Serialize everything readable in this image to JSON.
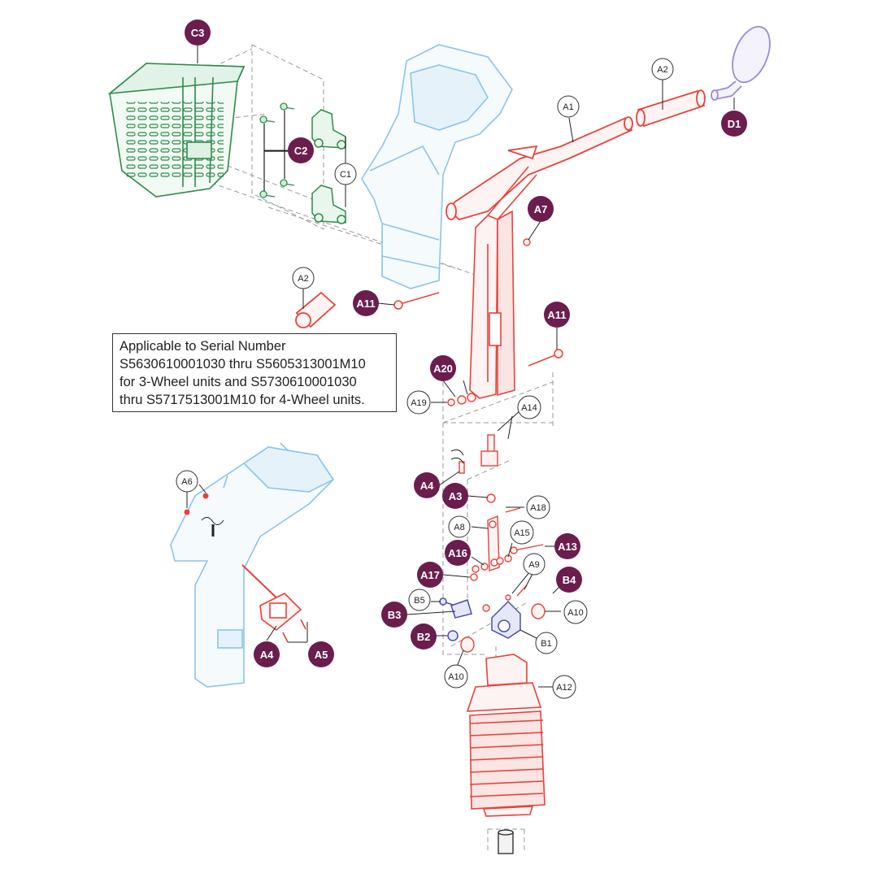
{
  "note": {
    "lines": [
      "Applicable to Serial Number",
      "S5630610001030 thru S5605313001M10",
      "for 3-Wheel units and S5730610001030",
      "thru S5717513001M10 for 4-Wheel units."
    ]
  },
  "colors": {
    "callout_fill": "#6b1d4e",
    "tiller_red": "#e8423c",
    "shroud_blue": "#8cc4e8",
    "basket_green": "#2e8b4a",
    "hardware_blue": "#4a4fb0",
    "mirror_purple": "#9b8ad6"
  },
  "callouts": {
    "filled": [
      {
        "id": "c3",
        "text": "C3"
      },
      {
        "id": "c2",
        "text": "C2"
      },
      {
        "id": "d1",
        "text": "D1"
      },
      {
        "id": "a7",
        "text": "A7"
      },
      {
        "id": "a11a",
        "text": "A11"
      },
      {
        "id": "a11b",
        "text": "A11"
      },
      {
        "id": "a20",
        "text": "A20"
      },
      {
        "id": "a4a",
        "text": "A4"
      },
      {
        "id": "a3",
        "text": "A3"
      },
      {
        "id": "a16",
        "text": "A16"
      },
      {
        "id": "a13",
        "text": "A13"
      },
      {
        "id": "a17",
        "text": "A17"
      },
      {
        "id": "b4",
        "text": "B4"
      },
      {
        "id": "b3",
        "text": "B3"
      },
      {
        "id": "b2",
        "text": "B2"
      },
      {
        "id": "a4b",
        "text": "A4"
      },
      {
        "id": "a5",
        "text": "A5"
      }
    ],
    "outline": [
      {
        "id": "a2a",
        "text": "A2"
      },
      {
        "id": "a1",
        "text": "A1"
      },
      {
        "id": "c1",
        "text": "C1"
      },
      {
        "id": "a2b",
        "text": "A2"
      },
      {
        "id": "a19",
        "text": "A19"
      },
      {
        "id": "a14",
        "text": "A14"
      },
      {
        "id": "a6",
        "text": "A6"
      },
      {
        "id": "a18",
        "text": "A18"
      },
      {
        "id": "a8",
        "text": "A8"
      },
      {
        "id": "a15",
        "text": "A15"
      },
      {
        "id": "a9",
        "text": "A9"
      },
      {
        "id": "b5",
        "text": "B5"
      },
      {
        "id": "a10a",
        "text": "A10"
      },
      {
        "id": "b1",
        "text": "B1"
      },
      {
        "id": "a10b",
        "text": "A10"
      },
      {
        "id": "a12",
        "text": "A12"
      }
    ]
  }
}
